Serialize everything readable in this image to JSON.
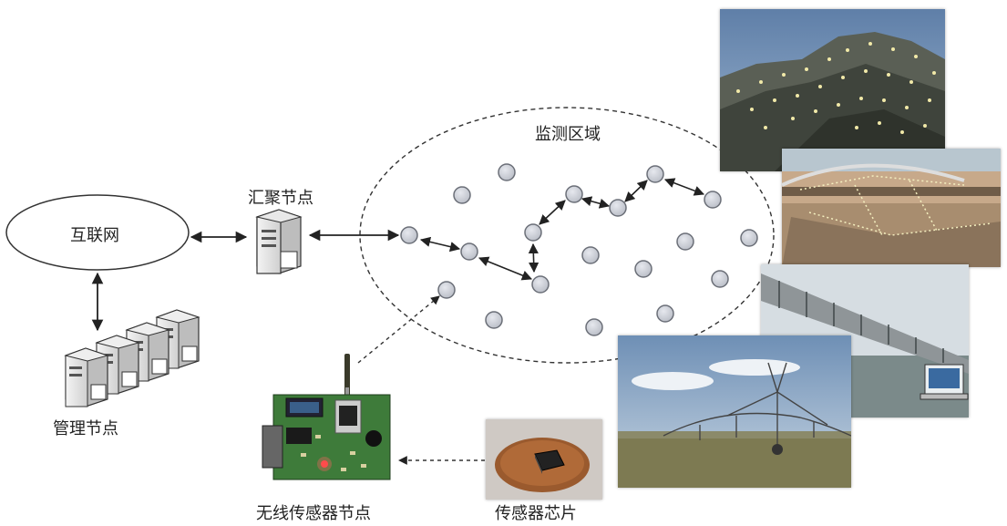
{
  "labels": {
    "internet": "互联网",
    "sink_node": "汇聚节点",
    "management_node": "管理节点",
    "monitoring_area": "监测区域",
    "wireless_sensor_node": "无线传感器节点",
    "sensor_chip": "传感器芯片"
  },
  "colors": {
    "node_fill": "#c9ccd4",
    "node_stroke": "#6b6f78",
    "line": "#222222",
    "background": "#ffffff"
  },
  "icons": [
    "server-icon",
    "server-rack-icon",
    "antenna-icon",
    "chip-icon"
  ],
  "photos": [
    "mountain-photo",
    "bridge-construction-photo",
    "bridge-photo",
    "irrigation-photo",
    "circuit-board-photo",
    "sensor-chip-photo"
  ]
}
